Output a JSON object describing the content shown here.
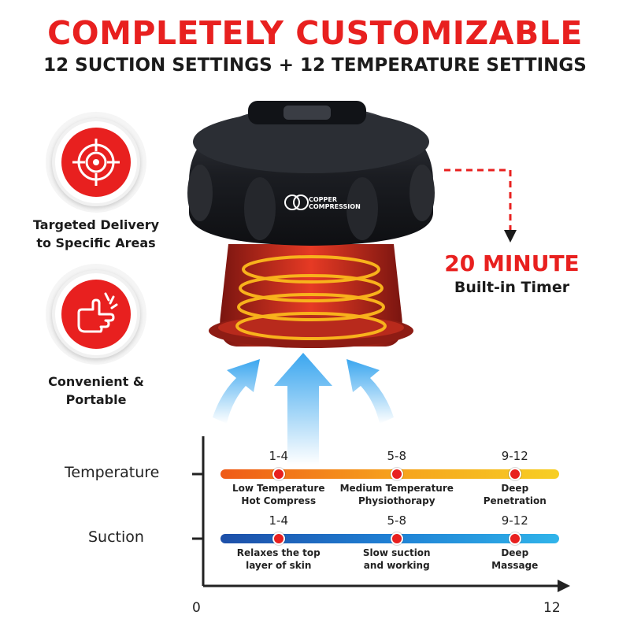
{
  "header": {
    "title": "COMPLETELY CUSTOMIZABLE",
    "subtitle": "12 SUCTION SETTINGS + 12 TEMPERATURE SETTINGS"
  },
  "features": [
    {
      "label_line1": "Targeted Delivery",
      "label_line2": "to Specific Areas",
      "icon": "crosshair-icon"
    },
    {
      "label_line1": "Convenient &",
      "label_line2": "Portable",
      "icon": "hand-snap-icon"
    }
  ],
  "product": {
    "brand_line1": "COPPER",
    "brand_line2": "COMPRESSION"
  },
  "timer": {
    "headline": "20 MINUTE",
    "caption": "Built-in Timer"
  },
  "chart": {
    "axis_min": "0",
    "axis_max": "12",
    "rows": [
      {
        "label": "Temperature",
        "bar_colors": [
          "#ef5a17",
          "#f6a01c",
          "#f7cf24"
        ],
        "points": [
          {
            "range": "1-4",
            "desc_line1": "Low Temperature",
            "desc_line2": "Hot Compress",
            "value": 2.5
          },
          {
            "range": "5-8",
            "desc_line1": "Medium Temperature",
            "desc_line2": "Physiothorapy",
            "value": 6.5
          },
          {
            "range": "9-12",
            "desc_line1": "Deep",
            "desc_line2": "Penetration",
            "value": 10.5
          }
        ]
      },
      {
        "label": "Suction",
        "bar_colors": [
          "#1d4fa8",
          "#1f80d4",
          "#30b4ea"
        ],
        "points": [
          {
            "range": "1-4",
            "desc_line1": "Relaxes the top",
            "desc_line2": "layer of skin",
            "value": 2.5
          },
          {
            "range": "5-8",
            "desc_line1": "Slow suction",
            "desc_line2": "and working",
            "value": 6.5
          },
          {
            "range": "9-12",
            "desc_line1": "Deep",
            "desc_line2": "Massage",
            "value": 10.5
          }
        ]
      }
    ]
  },
  "colors": {
    "accent": "#e8201f",
    "device_body": "#1b1d22",
    "cup_red": "#c8241c",
    "heat_ring": "#f8b21c",
    "arrow_blue": "#3aa6ef"
  }
}
